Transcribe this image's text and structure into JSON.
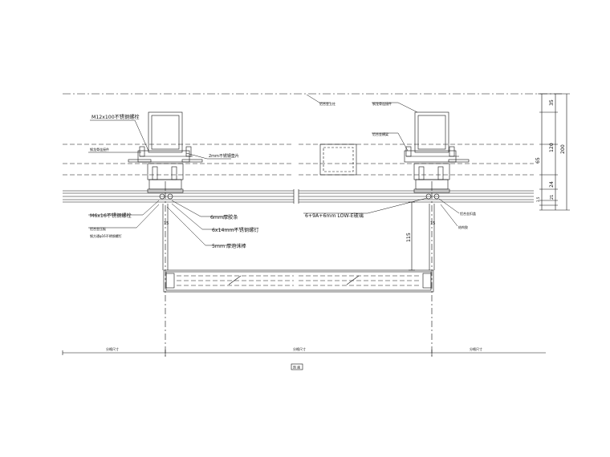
{
  "colors": {
    "line": "#111111",
    "background": "#ffffff"
  },
  "callouts": {
    "bolt": "M12x100不锈钢螺栓",
    "keel_left": "钢龙骨连接件",
    "plate_2mm": "2mm不锈钢垫片",
    "bolt_m6": "M6x16不锈钢螺栓",
    "bolt_m6_note": "铝合金压板",
    "steel_tube": "钢方通φ16不锈钢螺钉",
    "pad_6mm": "6mm厚胶条",
    "screw_6x14": "6x14mm不锈钢螺钉",
    "strip_5mm": "5mm 厚泡沫棒",
    "glass": "6+9A+6mm LOW-E玻璃",
    "glazing_bead": "铝合金扣盖",
    "structural_sealant": "结构胶",
    "r_label1": "铝合金立柱",
    "r_label2": "钢龙骨连接件",
    "r_label3": "铝合金横梁"
  },
  "dimensions": {
    "d35": "35",
    "d120": "120",
    "d200": "200",
    "d65": "65",
    "d24": "24",
    "d21": "21",
    "d35b": "3.5",
    "d15": "15",
    "d115": "115",
    "d15b": "15"
  },
  "bottom_labels": {
    "left": "分格尺寸",
    "middle": "分格尺寸",
    "right": "分格尺寸"
  },
  "footer": {
    "tag": "剖 面"
  }
}
